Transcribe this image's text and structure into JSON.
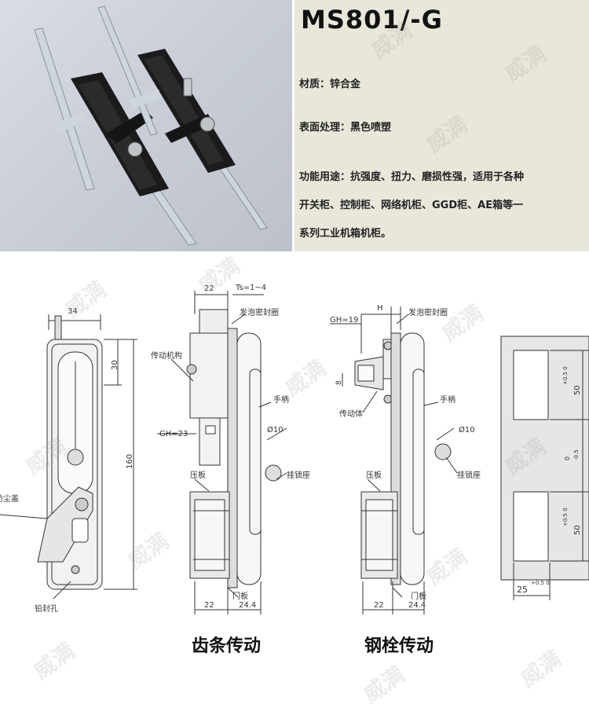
{
  "product": {
    "model": "MS801/-G",
    "material": "材质：锌合金",
    "surface": "表面处理：黑色喷塑",
    "function_lines": [
      "功能用途：抗强度、扭力、磨损性强，适用于各种",
      "开关柜、控制柜、网络机柜、GGD柜、AE箱等一",
      "系列工业机箱机柜。"
    ]
  },
  "captions": {
    "rack": "齿条传动",
    "rod": "钢栓传动"
  },
  "front_view": {
    "dim_width": "34",
    "dim_top": "30",
    "dim_height": "160",
    "label_dust_cover": "防尘盖",
    "label_seal_hole": "铅封孔"
  },
  "rack_view": {
    "dim_22_top": "22",
    "dim_ts": "Ts=1~4",
    "label_foam": "发泡密封圈",
    "label_mechanism": "传动机构",
    "label_handle": "手柄",
    "dim_gh": "GH=23",
    "dim_phi": "Ø10",
    "label_lock_seat": "挂锁座",
    "label_press_plate": "压板",
    "label_door_plate": "门板",
    "dim_22_bottom": "22",
    "dim_24_4": "24.4"
  },
  "rod_view": {
    "dim_h": "H",
    "dim_gh": "GH=19",
    "label_foam": "发泡密封圈",
    "dim_8": "8",
    "label_body": "传动体",
    "label_handle": "手柄",
    "dim_phi": "Ø10",
    "label_lock_seat": "挂锁座",
    "label_press_plate": "压板",
    "label_door_plate": "门板",
    "dim_22_bottom": "22",
    "dim_24_4": "24.4"
  },
  "cutout_view": {
    "dim_50_top": "50",
    "tol_top": "+0.5 0",
    "dim_0": "0",
    "tol_mid": "-0.5",
    "dim_50_bottom": "50",
    "tol_bottom": "+0.5 0",
    "dim_25": "25",
    "tol_25": "+0.5 0"
  },
  "watermark_text": "威满",
  "colors": {
    "spec_bg": "#e9e7da",
    "photo_bg": "#c8cdd6",
    "line": "#333333",
    "cutout_fill": "#e6e6e6"
  }
}
